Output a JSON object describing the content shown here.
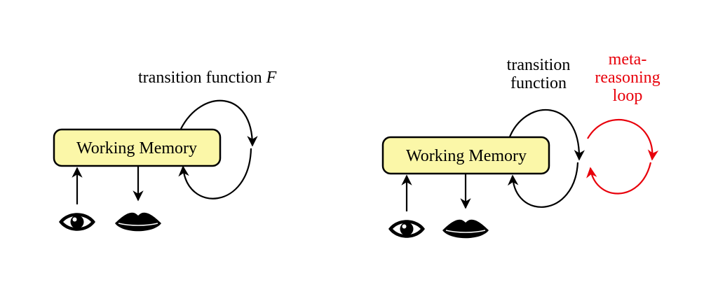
{
  "left_diagram": {
    "box_label": "Working Memory",
    "loop_label_text": "transition function ",
    "loop_label_symbol": "F",
    "icons": [
      "eye-icon",
      "lips-icon"
    ]
  },
  "right_diagram": {
    "box_label": "Working Memory",
    "loop_label_line1": "transition",
    "loop_label_line2": "function",
    "meta_label_line1": "meta-",
    "meta_label_line2": "reasoning",
    "meta_label_line3": "loop",
    "icons": [
      "eye-icon",
      "lips-icon"
    ]
  },
  "colors": {
    "box_fill": "#fbf7a8",
    "meta_loop": "#e8000b"
  }
}
